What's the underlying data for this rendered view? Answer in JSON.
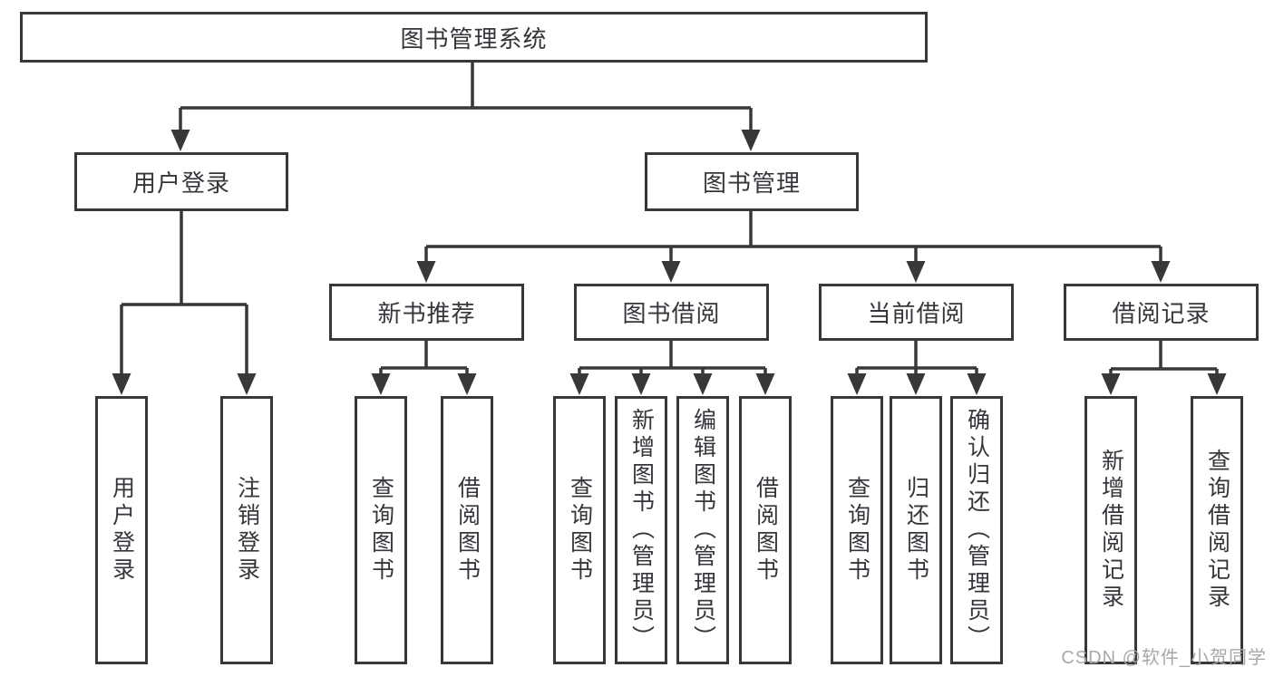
{
  "tree": {
    "root": {
      "label": "图书管理系统",
      "children": [
        {
          "label": "用户登录",
          "children": [
            {
              "label": "用户登录"
            },
            {
              "label": "注销登录"
            }
          ]
        },
        {
          "label": "图书管理",
          "children": [
            {
              "label": "新书推荐",
              "children": [
                {
                  "label": "查询图书"
                },
                {
                  "label": "借阅图书"
                }
              ]
            },
            {
              "label": "图书借阅",
              "children": [
                {
                  "label": "查询图书"
                },
                {
                  "label": "新增图书（管理员）"
                },
                {
                  "label": "编辑图书（管理员）"
                },
                {
                  "label": "借阅图书"
                }
              ]
            },
            {
              "label": "当前借阅",
              "children": [
                {
                  "label": "查询图书"
                },
                {
                  "label": "归还图书"
                },
                {
                  "label": "确认归还（管理员）"
                }
              ]
            },
            {
              "label": "借阅记录",
              "children": [
                {
                  "label": "新增借阅记录"
                },
                {
                  "label": "查询借阅记录"
                }
              ]
            }
          ]
        }
      ]
    }
  },
  "watermark": {
    "text": "CSDN @软件_小贺同学"
  },
  "colors": {
    "line": "#383838",
    "text": "#35353b",
    "box_fill": "#ffffff",
    "watermark": "#a8a8a8"
  }
}
